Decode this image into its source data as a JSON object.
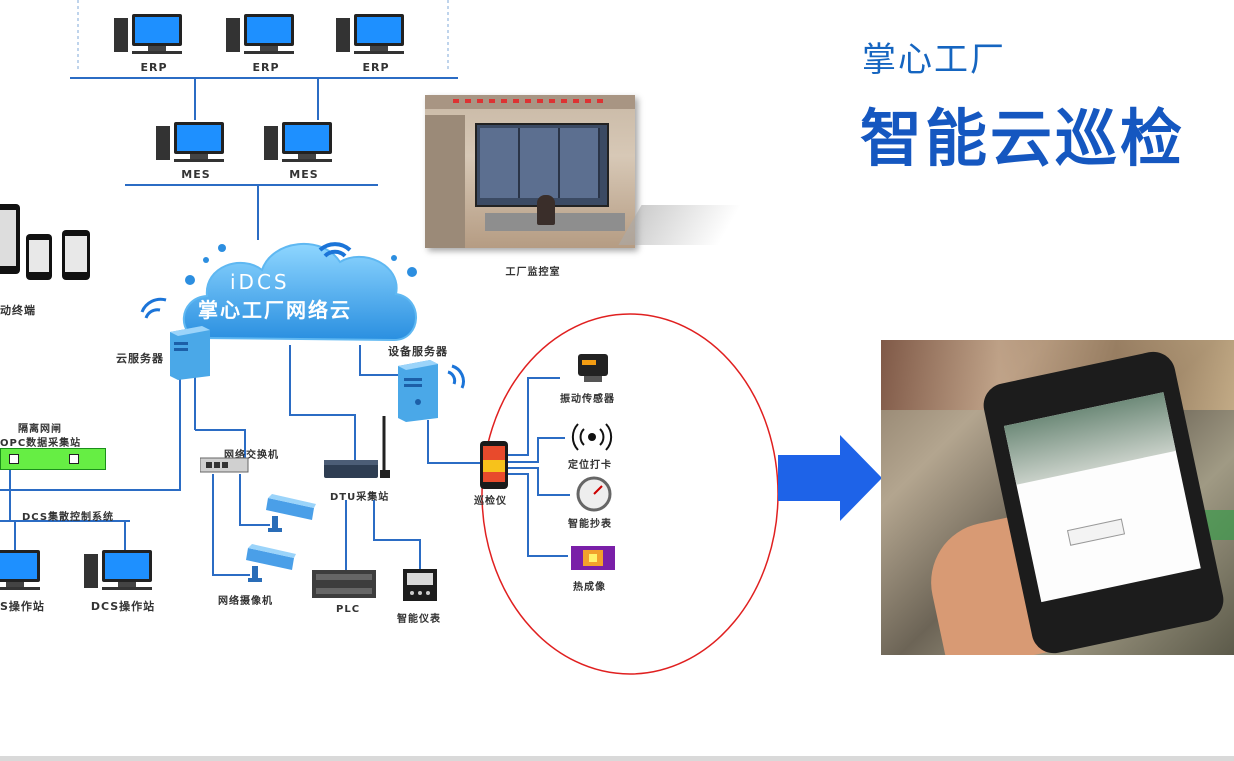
{
  "title": {
    "small": "掌心工厂",
    "large": "智能云巡检"
  },
  "cloud": {
    "line1": "iDCS",
    "line2": "掌心工厂网络云"
  },
  "erp": {
    "label": "ERP"
  },
  "mes": {
    "label": "MES"
  },
  "mobile_terminal": {
    "label": "动终端"
  },
  "control_room": {
    "label": "工厂监控室"
  },
  "cloud_server": {
    "label": "云服务器"
  },
  "device_server": {
    "label": "设备服务器"
  },
  "gateway": {
    "label1": "隔离网闸",
    "label2": "OPC数据采集站"
  },
  "dcs_system": {
    "label": "DCS集散控制系统"
  },
  "dcs_station_left": {
    "label": "S操作站"
  },
  "dcs_station_right": {
    "label": "DCS操作站"
  },
  "network_switch": {
    "label": "网络交换机"
  },
  "network_camera": {
    "label": "网络摄像机"
  },
  "dtu": {
    "label": "DTU采集站"
  },
  "plc": {
    "label": "PLC"
  },
  "smart_meter": {
    "label": "智能仪表"
  },
  "inspector": {
    "label": "巡检仪"
  },
  "sensors": {
    "vibration": "振动传感器",
    "positioning": "定位打卡",
    "meter_reading": "智能抄表",
    "thermal": "热成像"
  },
  "colors": {
    "wire": "#2b6cc4",
    "accent": "#1557c0",
    "circle": "#e02020",
    "arrow": "#1e63e8"
  }
}
